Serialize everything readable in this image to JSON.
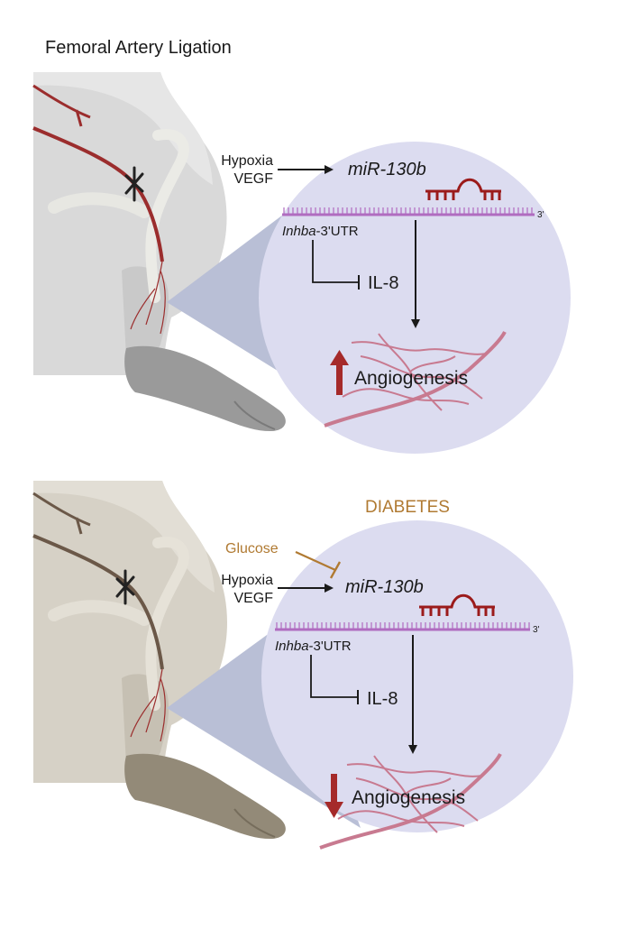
{
  "panel_top": {
    "title": "Femoral Artery Ligation",
    "stimulus_line1": "Hypoxia",
    "stimulus_line2": "VEGF",
    "mirna": "miR-130b",
    "gene": "Inhba",
    "gene_suffix": "-3'UTR",
    "three_prime": "3'",
    "target": "IL-8",
    "outcome": "Angiogenesis",
    "outcome_direction": "up"
  },
  "panel_bottom": {
    "condition": "DIABETES",
    "inhibitor": "Glucose",
    "stimulus_line1": "Hypoxia",
    "stimulus_line2": "VEGF",
    "mirna": "miR-130b",
    "gene": "Inhba",
    "gene_suffix": "-3'UTR",
    "three_prime": "3'",
    "target": "IL-8",
    "outcome": "Angiogenesis",
    "outcome_direction": "down"
  },
  "colors": {
    "mouse_top": "#d9d9d9",
    "mouse_top_dark": "#a8a8a8",
    "mouse_bottom": "#d6d1c6",
    "mouse_bottom_dark": "#938a78",
    "circle": "#dcdcf0",
    "wedge": "#b9bfd6",
    "artery_red": "#9b2d2d",
    "artery_brown": "#6b5848",
    "mrna": "#b06cc0",
    "mirna_dark_red": "#9b1b1b",
    "vessel": "#c87a90",
    "arrow_red": "#a52a2a",
    "diabetes": "#b07a32"
  }
}
